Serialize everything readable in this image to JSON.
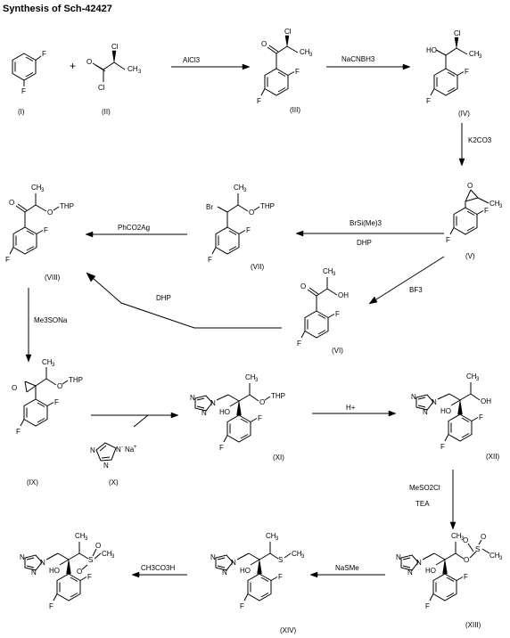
{
  "title": "Synthesis of Sch-42427",
  "compounds": {
    "c1": "(I)",
    "c2": "(II)",
    "c3": "(III)",
    "c4": "(IV)",
    "c5": "(V)",
    "c6": "(VI)",
    "c7": "(VII)",
    "c8": "(VIII)",
    "c9": "(IX)",
    "c10": "(X)",
    "c11": "(XI)",
    "c12": "(XII)",
    "c13": "(XIII)",
    "c14": "(XIV)"
  },
  "reagents": {
    "r1": "AlCl3",
    "r2": "NaCNBH3",
    "r3": "K2CO3",
    "r4a": "BrSi(Me)3",
    "r4b": "DHP",
    "r5": "BF3",
    "r6": "PhCO2Ag",
    "r7": "DHP",
    "r8": "Me3SONa",
    "r9": "H+",
    "r10a": "MeSO2Cl",
    "r10b": "TEA",
    "r11": "NaSMe",
    "r12": "CH3CO3H"
  }
}
